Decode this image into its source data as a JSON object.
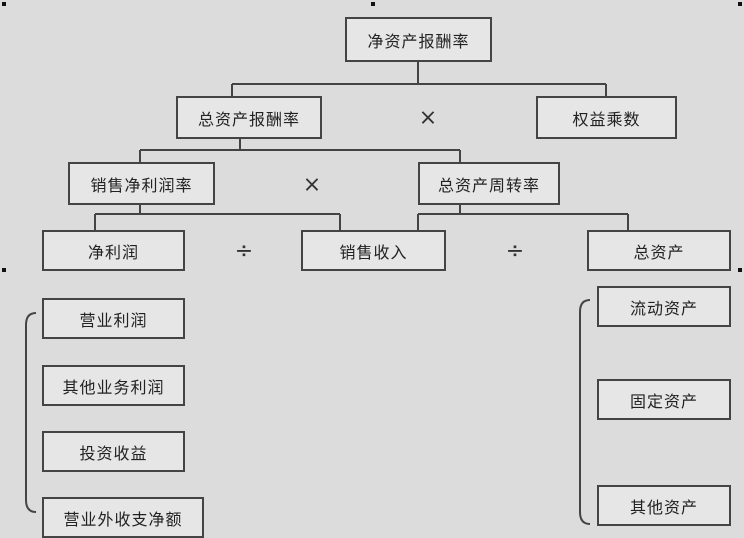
{
  "diagram": {
    "nodes": {
      "roe": "净资产报酬率",
      "roa": "总资产报酬率",
      "equity_multiplier": "权益乘数",
      "net_profit_margin": "销售净利润率",
      "asset_turnover": "总资产周转率",
      "net_profit": "净利润",
      "sales_revenue": "销售收入",
      "total_assets": "总资产",
      "operating_profit": "营业利润",
      "other_business_profit": "其他业务利润",
      "investment_income": "投资收益",
      "net_non_operating": "营业外收支净额",
      "current_assets": "流动资产",
      "fixed_assets": "固定资产",
      "other_assets": "其他资产"
    },
    "operators": {
      "multiply": "×",
      "divide": "÷"
    }
  }
}
